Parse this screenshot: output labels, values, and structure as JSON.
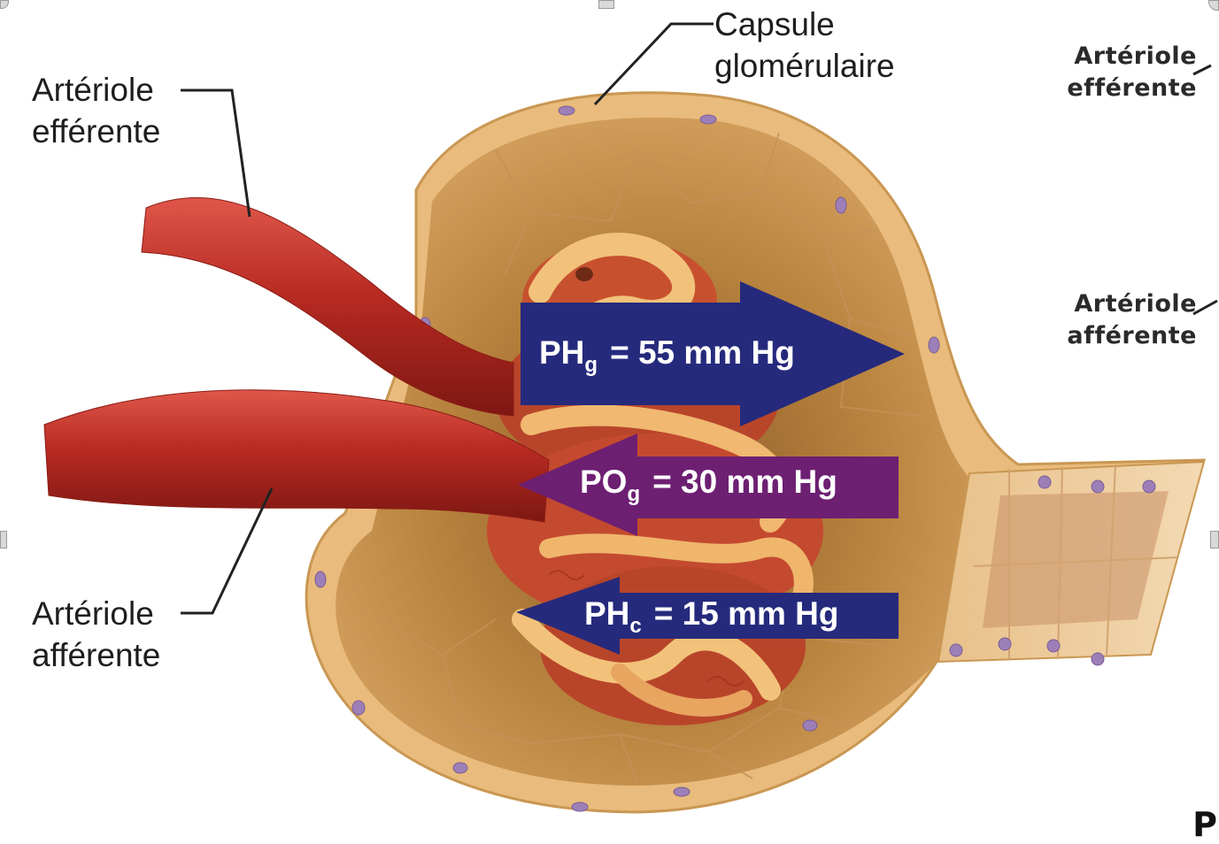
{
  "labels": {
    "capsule_line1": "Capsule",
    "capsule_line2": "glomérulaire",
    "efferent_left_line1": "Artériole",
    "efferent_left_line2": "efférente",
    "afferent_left_line1": "Artériole",
    "afferent_left_line2": "afférente",
    "efferent_right_line1": "Artériole",
    "efferent_right_line2": "efférente",
    "afferent_right_line1": "Artériole",
    "afferent_right_line2": "afférente"
  },
  "arrows": {
    "phg": {
      "symbol": "PH",
      "sub": "g",
      "text": "= 55 mm Hg",
      "direction": "right",
      "color": "#262a7c"
    },
    "pog": {
      "symbol": "PO",
      "sub": "g",
      "text": "= 30 mm Hg",
      "direction": "left",
      "color": "#6d1f72"
    },
    "phc": {
      "symbol": "PH",
      "sub": "c",
      "text": "= 15 mm Hg",
      "direction": "left",
      "color": "#262a7c"
    }
  },
  "corner_letter": "P",
  "colors": {
    "capsule_wall": "#e7b878",
    "capsule_inner": "#b98546",
    "vessel": "#b62a22",
    "vessel_highlight": "#d9554a",
    "glomerulus": "#c44a2f",
    "nucleus": "#9a7bb5"
  }
}
